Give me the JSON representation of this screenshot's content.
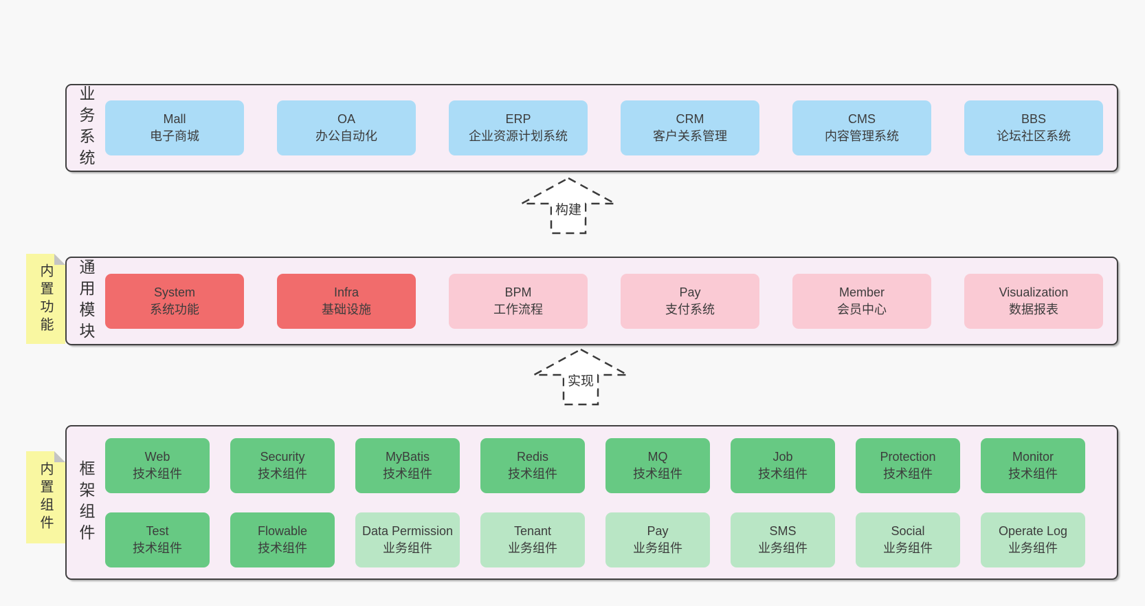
{
  "page": {
    "background": "#f8f8f8"
  },
  "colors": {
    "panel_fill": "#f8edf6",
    "panel_border": "#404040",
    "box_blue": "#abdcf7",
    "box_red": "#f16c6c",
    "box_pink": "#facad4",
    "box_green": "#67c983",
    "box_light_green": "#b9e6c5",
    "sticky_yellow": "#f9f7a1",
    "text": "#3c3c3c"
  },
  "arrows": [
    {
      "label": "构建"
    },
    {
      "label": "实现"
    }
  ],
  "panels": [
    {
      "title": "业务系统",
      "boxes": [
        {
          "name": "Mall",
          "desc": "电子商城"
        },
        {
          "name": "OA",
          "desc": "办公自动化"
        },
        {
          "name": "ERP",
          "desc": "企业资源计划系统"
        },
        {
          "name": "CRM",
          "desc": "客户关系管理"
        },
        {
          "name": "CMS",
          "desc": "内容管理系统"
        },
        {
          "name": "BBS",
          "desc": "论坛社区系统"
        }
      ]
    },
    {
      "title": "通用模块",
      "tag": "内置功能",
      "boxes": [
        {
          "name": "System",
          "desc": "系统功能"
        },
        {
          "name": "Infra",
          "desc": "基础设施"
        },
        {
          "name": "BPM",
          "desc": "工作流程"
        },
        {
          "name": "Pay",
          "desc": "支付系统"
        },
        {
          "name": "Member",
          "desc": "会员中心"
        },
        {
          "name": "Visualization",
          "desc": "数据报表"
        }
      ]
    },
    {
      "title": "框架组件",
      "tag": "内置组件",
      "rows": [
        [
          {
            "name": "Web",
            "desc": "技术组件"
          },
          {
            "name": "Security",
            "desc": "技术组件"
          },
          {
            "name": "MyBatis",
            "desc": "技术组件"
          },
          {
            "name": "Redis",
            "desc": "技术组件"
          },
          {
            "name": "MQ",
            "desc": "技术组件"
          },
          {
            "name": "Job",
            "desc": "技术组件"
          },
          {
            "name": "Protection",
            "desc": "技术组件"
          },
          {
            "name": "Monitor",
            "desc": "技术组件"
          }
        ],
        [
          {
            "name": "Test",
            "desc": "技术组件"
          },
          {
            "name": "Flowable",
            "desc": "技术组件"
          },
          {
            "name": "Data Permission",
            "desc": "业务组件"
          },
          {
            "name": "Tenant",
            "desc": "业务组件"
          },
          {
            "name": "Pay",
            "desc": "业务组件"
          },
          {
            "name": "SMS",
            "desc": "业务组件"
          },
          {
            "name": "Social",
            "desc": "业务组件"
          },
          {
            "name": "Operate Log",
            "desc": "业务组件"
          }
        ]
      ]
    }
  ]
}
